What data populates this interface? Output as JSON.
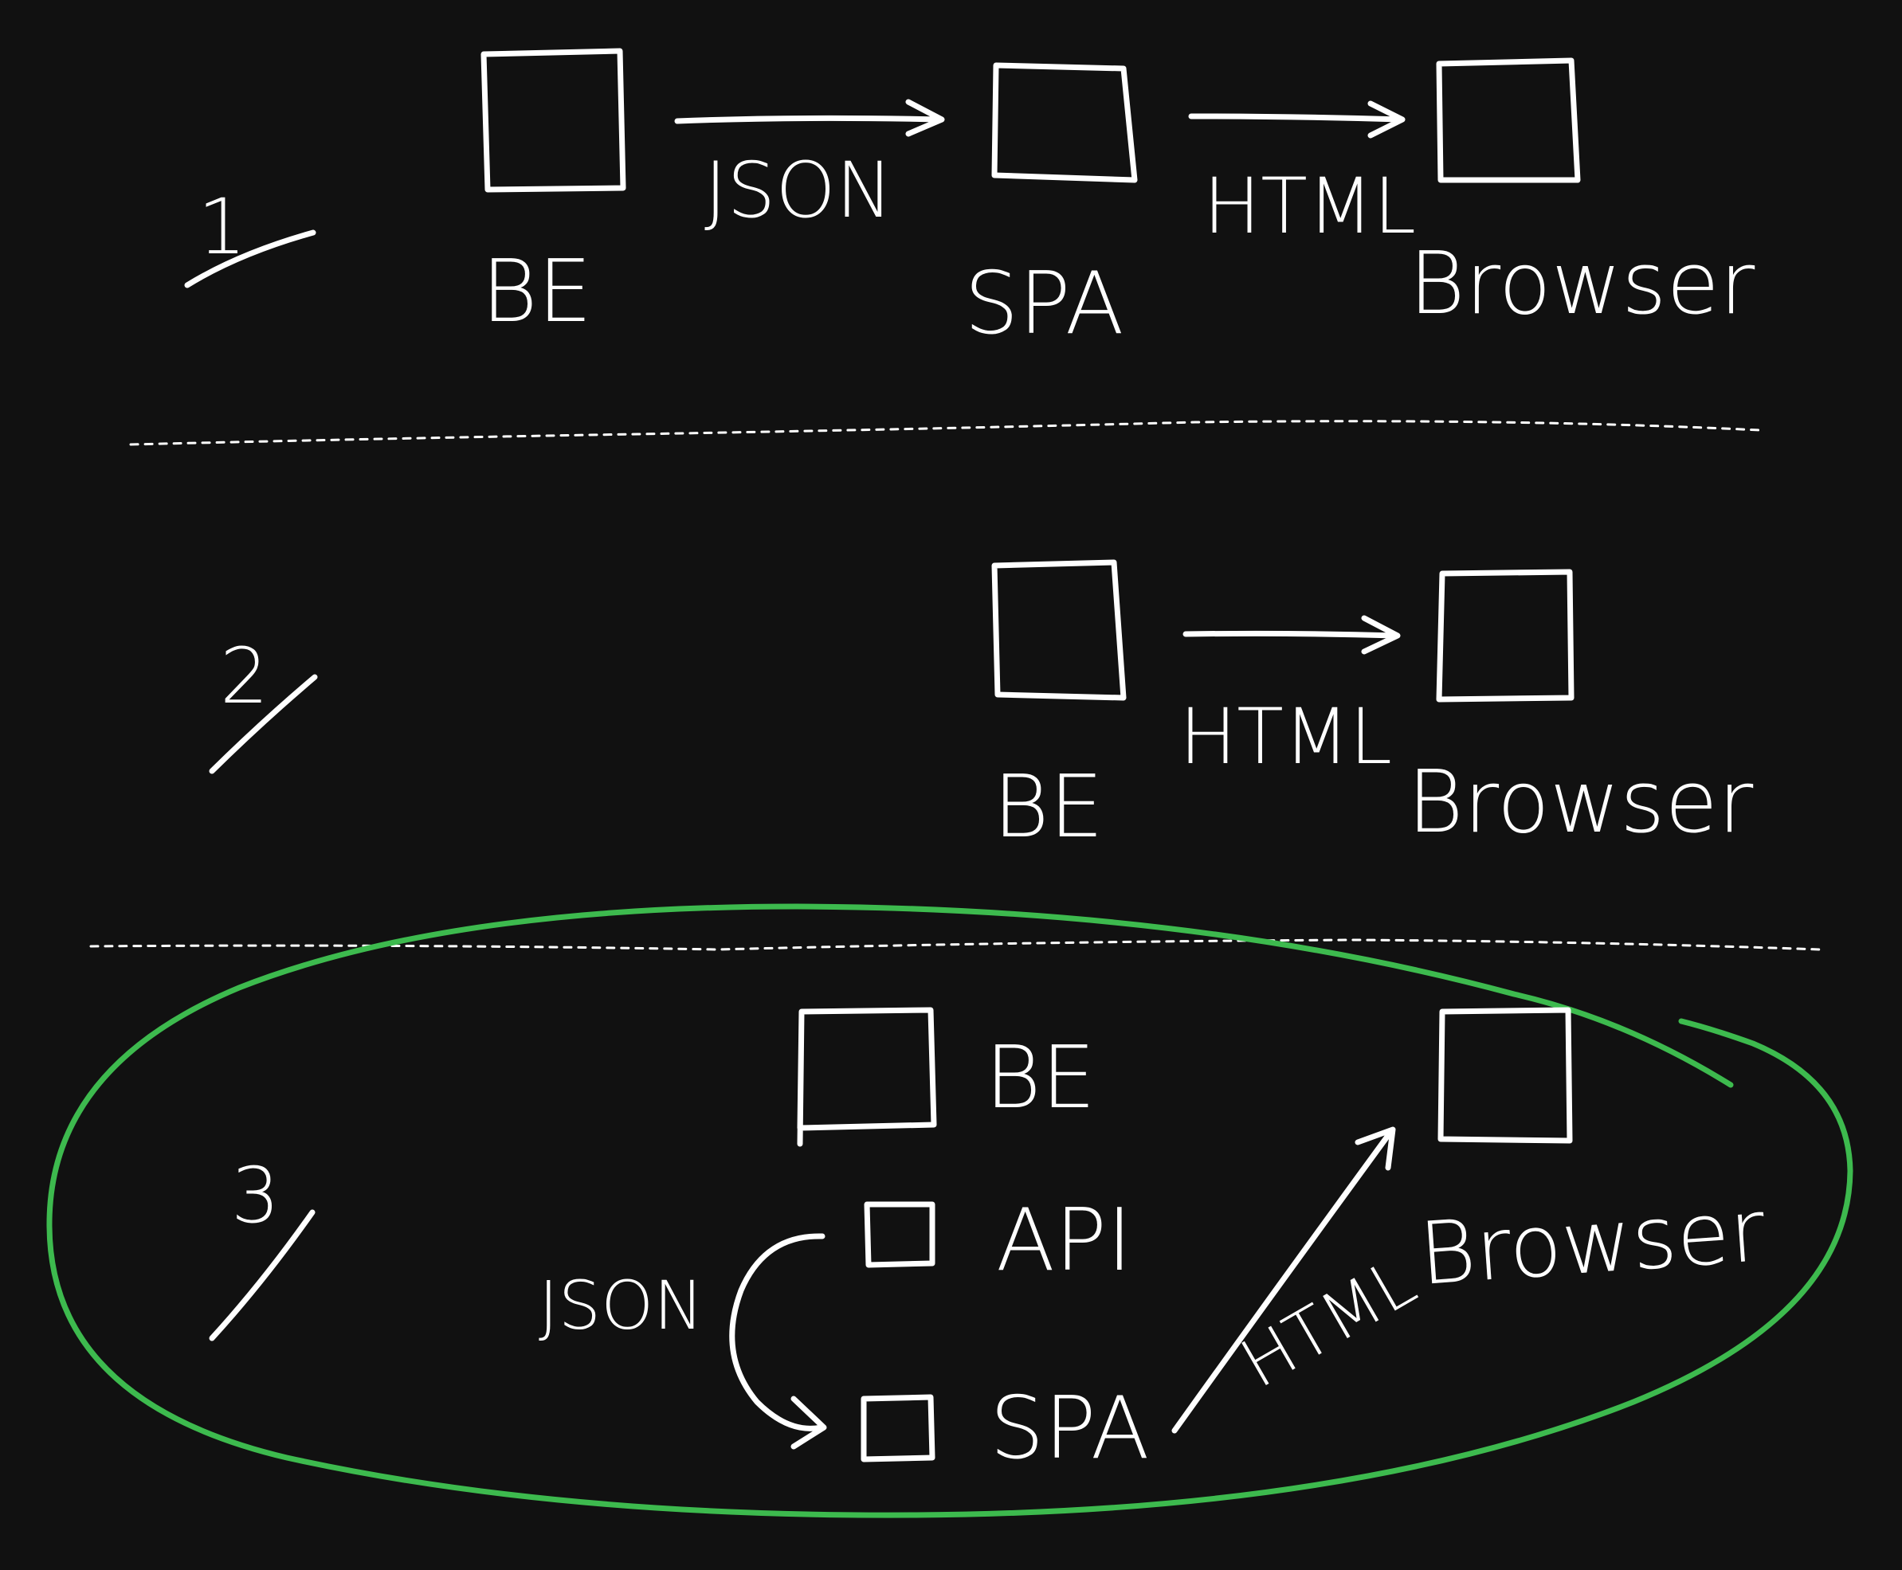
{
  "colors": {
    "background": "#111111",
    "ink": "#ffffff",
    "highlight": "#3dba4e"
  },
  "sections": [
    {
      "number": "1",
      "nodes": {
        "be": "BE",
        "spa": "SPA",
        "browser": "Browser"
      },
      "edges": {
        "be_to_spa": "JSON",
        "spa_to_browser": "HTML"
      }
    },
    {
      "number": "2",
      "nodes": {
        "be": "BE",
        "browser": "Browser"
      },
      "edges": {
        "be_to_browser": "HTML"
      }
    },
    {
      "number": "3",
      "nodes": {
        "be": "BE",
        "api": "API",
        "spa": "SPA",
        "browser": "Browser"
      },
      "edges": {
        "api_to_spa": "JSON",
        "spa_to_browser": "HTML"
      },
      "highlighted": true
    }
  ]
}
